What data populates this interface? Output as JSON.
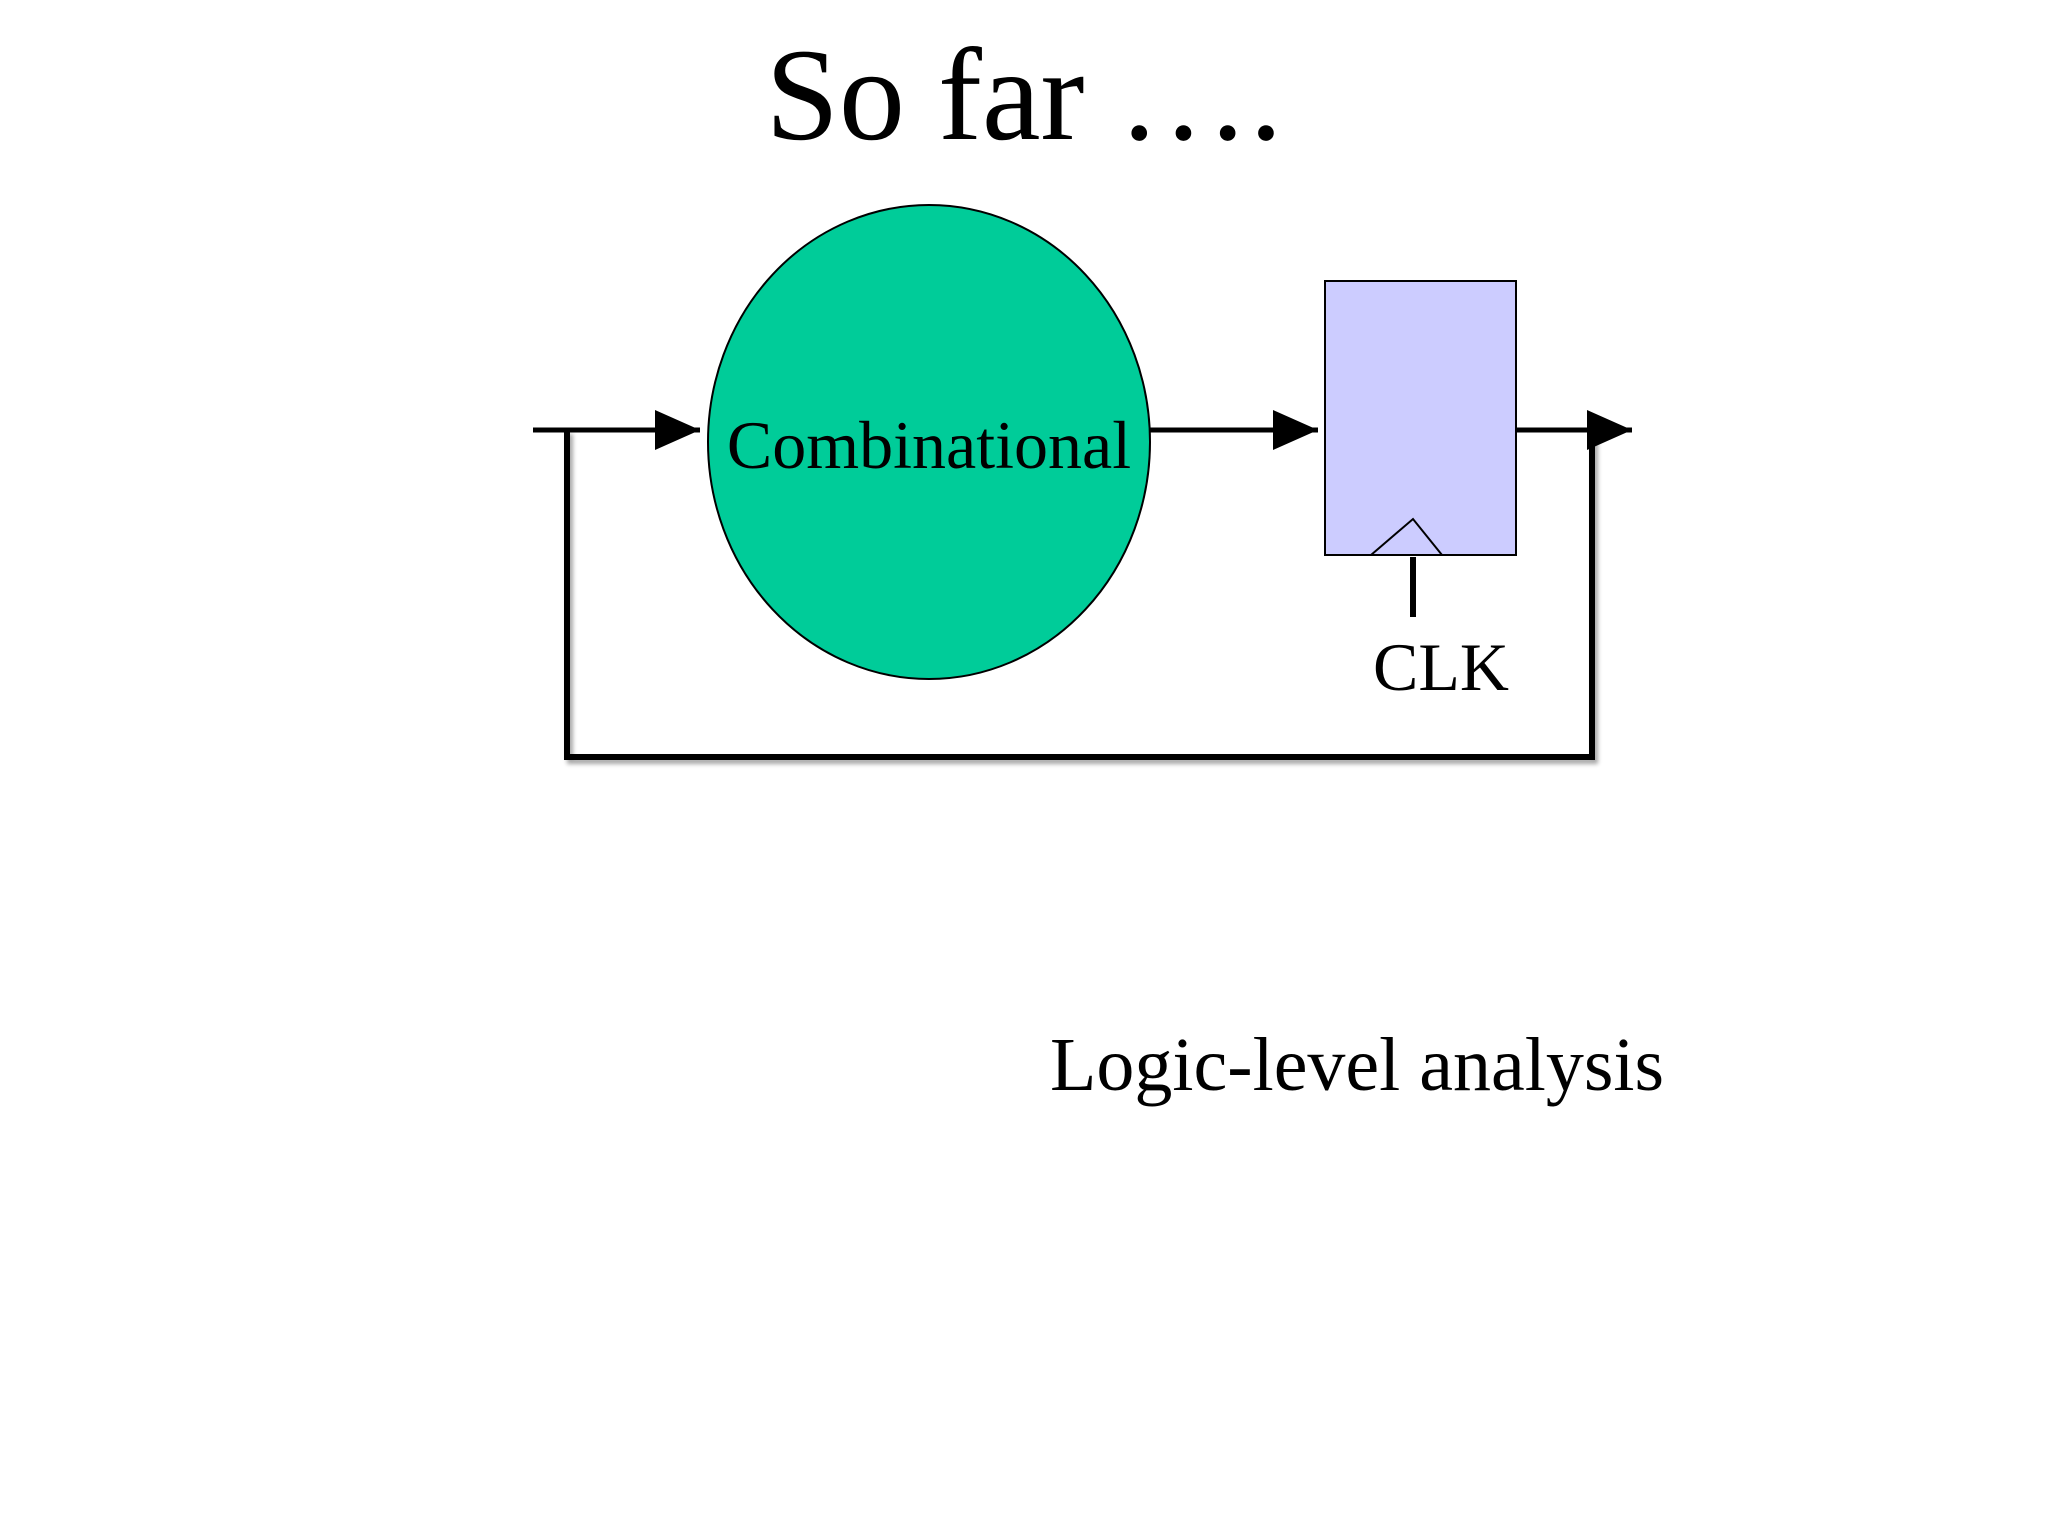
{
  "slide": {
    "title": "So far ….",
    "caption": "Logic-level analysis"
  },
  "diagram": {
    "combinational_label": "Combinational",
    "clock_label": "CLK",
    "colors": {
      "combinational_fill": "#00cc99",
      "register_fill": "#ccccff",
      "wire": "#000000"
    }
  }
}
